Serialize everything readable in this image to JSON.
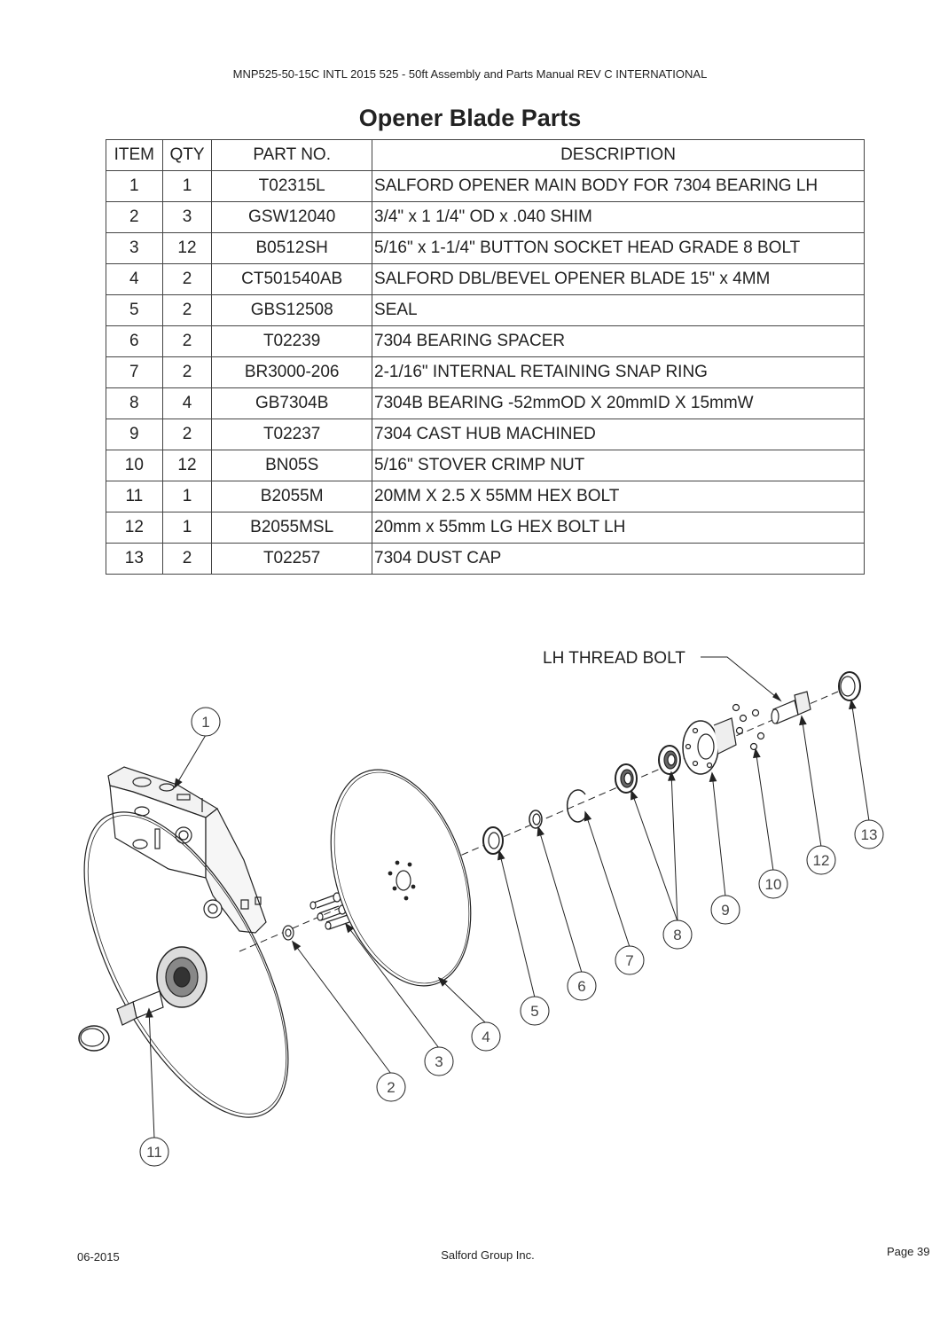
{
  "header": {
    "doc_title": "MNP525-50-15C INTL 2015 525 - 50ft Assembly and Parts Manual REV C INTERNATIONAL"
  },
  "section": {
    "title": "Opener Blade Parts"
  },
  "table": {
    "headers": [
      "ITEM",
      "QTY",
      "PART NO.",
      "DESCRIPTION"
    ],
    "rows": [
      {
        "item": "1",
        "qty": "1",
        "part": "T02315L",
        "desc": "SALFORD OPENER MAIN BODY FOR 7304 BEARING LH"
      },
      {
        "item": "2",
        "qty": "3",
        "part": "GSW12040",
        "desc": "3/4\" x 1 1/4\" OD x .040 SHIM"
      },
      {
        "item": "3",
        "qty": "12",
        "part": "B0512SH",
        "desc": "5/16\" x 1-1/4\" BUTTON SOCKET HEAD GRADE 8 BOLT"
      },
      {
        "item": "4",
        "qty": "2",
        "part": "CT501540AB",
        "desc": "SALFORD DBL/BEVEL OPENER BLADE 15\" x 4MM"
      },
      {
        "item": "5",
        "qty": "2",
        "part": "GBS12508",
        "desc": "SEAL"
      },
      {
        "item": "6",
        "qty": "2",
        "part": "T02239",
        "desc": "7304 BEARING SPACER"
      },
      {
        "item": "7",
        "qty": "2",
        "part": "BR3000-206",
        "desc": "2-1/16\" INTERNAL RETAINING SNAP RING"
      },
      {
        "item": "8",
        "qty": "4",
        "part": "GB7304B",
        "desc": "7304B BEARING -52mmOD X 20mmID X 15mmW"
      },
      {
        "item": "9",
        "qty": "2",
        "part": "T02237",
        "desc": "7304 CAST HUB MACHINED"
      },
      {
        "item": "10",
        "qty": "12",
        "part": "BN05S",
        "desc": "5/16\" STOVER CRIMP NUT"
      },
      {
        "item": "11",
        "qty": "1",
        "part": "B2055M",
        "desc": "20MM X 2.5 X 55MM HEX BOLT"
      },
      {
        "item": "12",
        "qty": "1",
        "part": "B2055MSL",
        "desc": "20mm x 55mm LG HEX BOLT LH"
      },
      {
        "item": "13",
        "qty": "2",
        "part": "T02257",
        "desc": "7304 DUST CAP"
      }
    ]
  },
  "diagram": {
    "lh_label": "LH THREAD BOLT",
    "balloons": [
      "1",
      "2",
      "3",
      "4",
      "5",
      "6",
      "7",
      "8",
      "9",
      "10",
      "11",
      "12",
      "13"
    ]
  },
  "footer": {
    "date": "06-2015",
    "company": "Salford Group Inc.",
    "page": "Page 39"
  }
}
